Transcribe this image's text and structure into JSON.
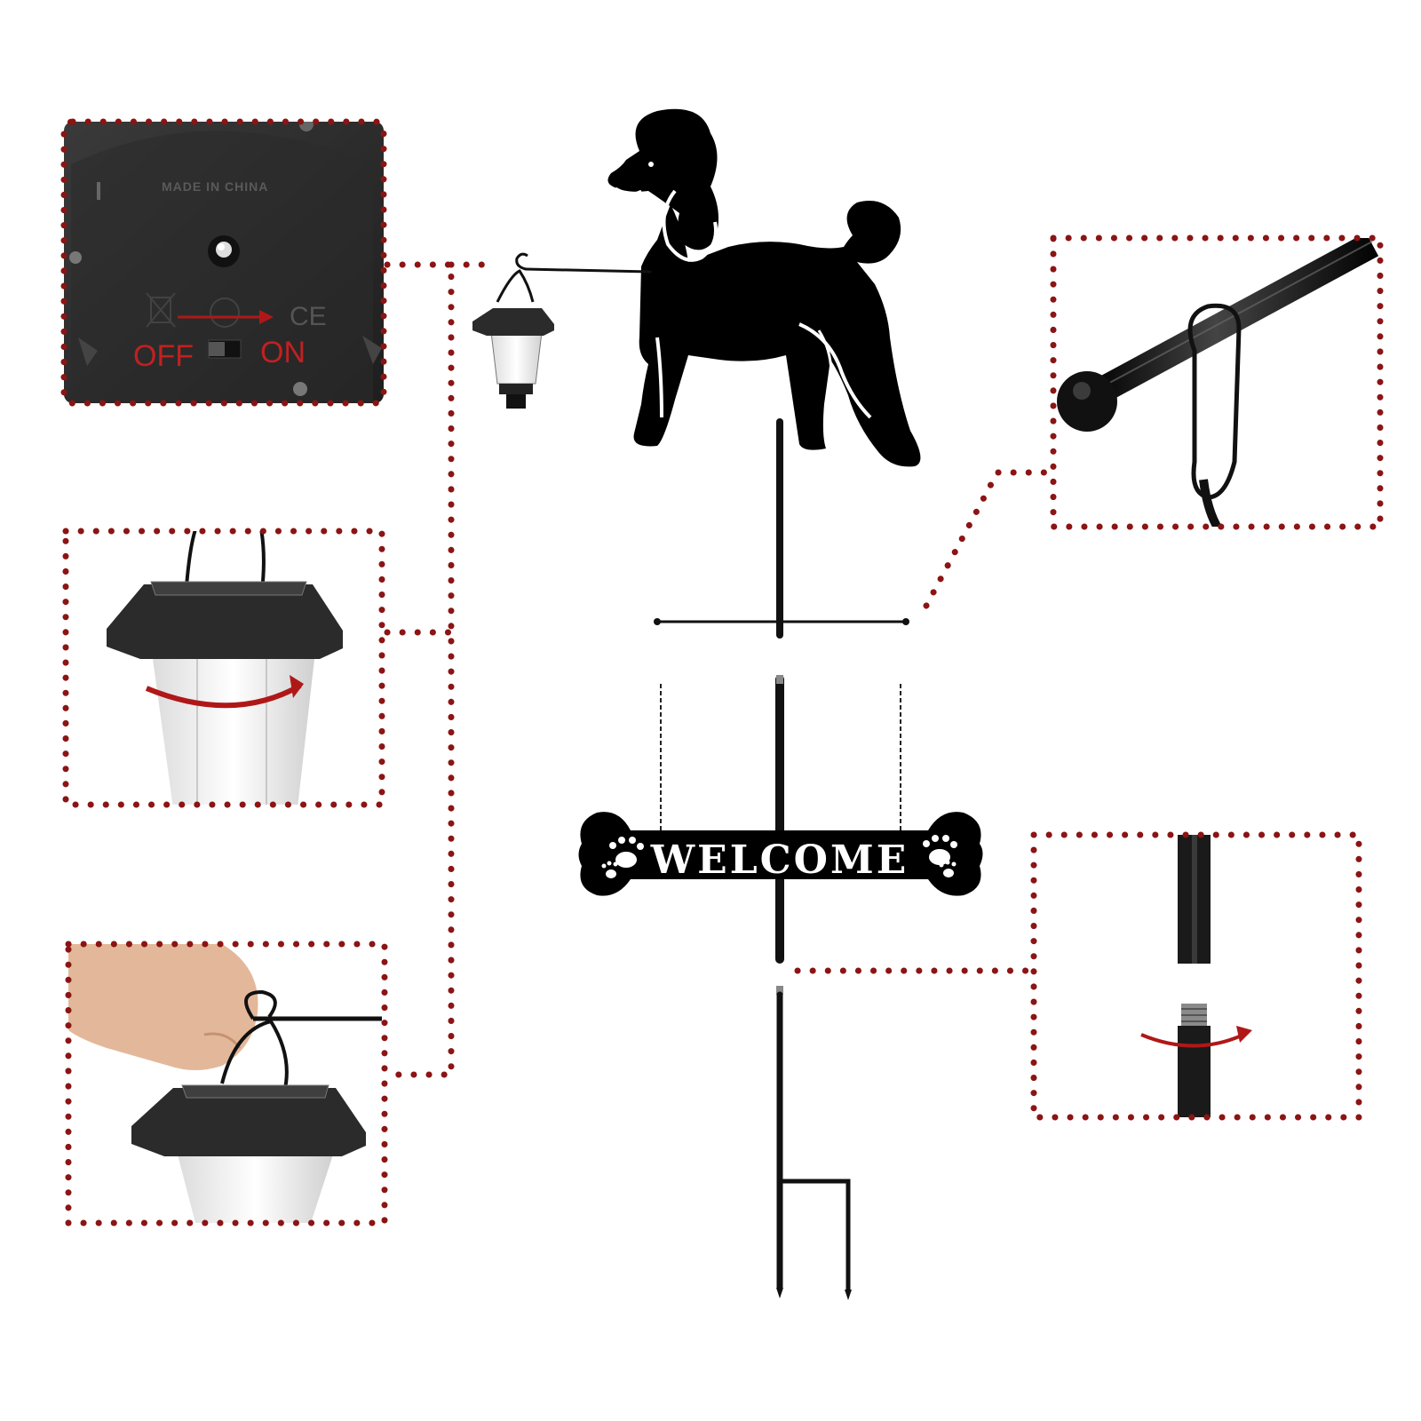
{
  "switch_panel": {
    "made_in": "MADE IN CHINA",
    "off_label": "OFF",
    "on_label": "ON",
    "ce_mark": "CE"
  },
  "sign": {
    "text": "WELCOME"
  },
  "colors": {
    "dotted_outline": "#8b1414",
    "arrow": "#b01818",
    "metal": "#111111"
  }
}
